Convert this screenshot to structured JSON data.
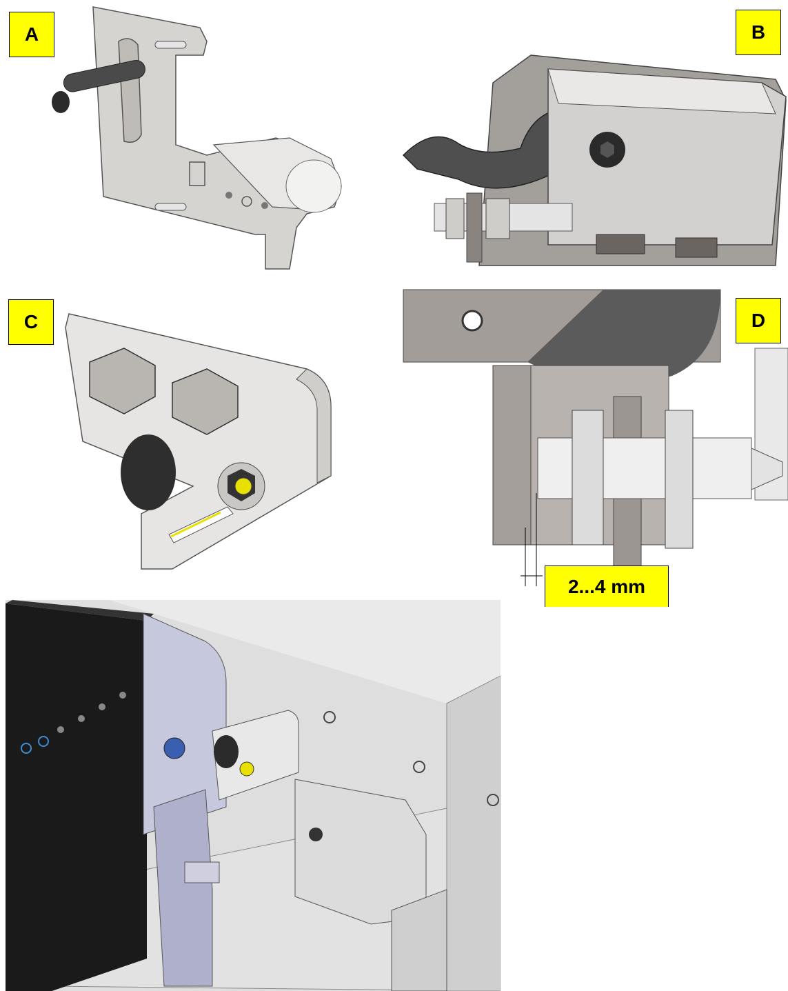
{
  "labels": {
    "a": "A",
    "b": "B",
    "c": "C",
    "d": "D",
    "dimension": "2...4 mm"
  },
  "colors": {
    "label_fill": "#ffff00",
    "steel": "#c8c6c3",
    "steel_dark": "#8e8a86",
    "rubber": "#3a3a3a",
    "highlight": "#e8e000"
  }
}
